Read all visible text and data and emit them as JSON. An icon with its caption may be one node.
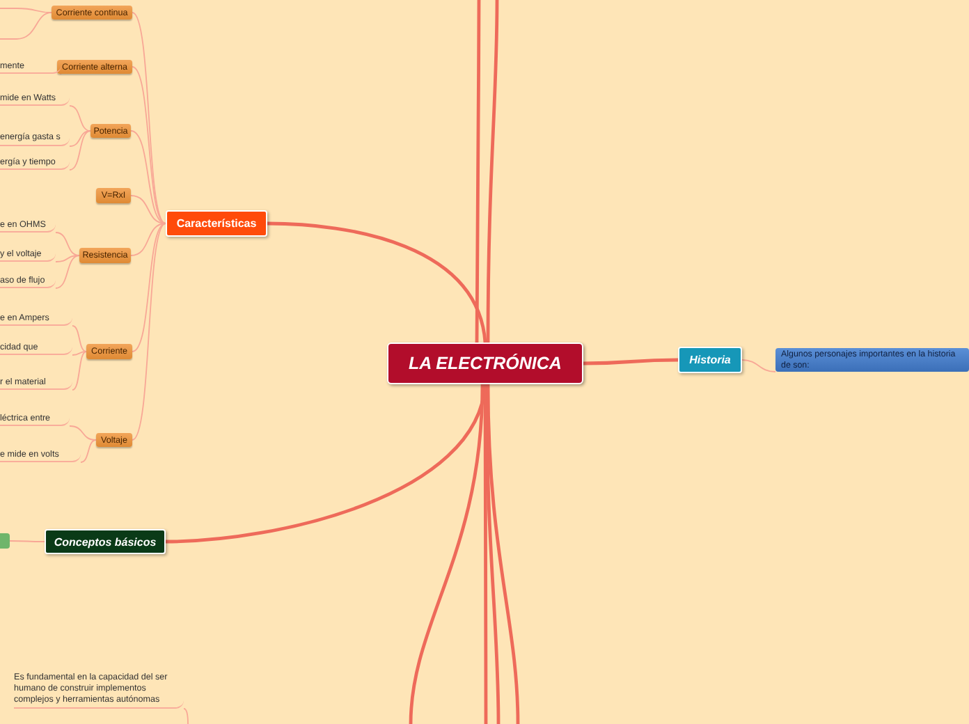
{
  "diagram": {
    "nodes": [
      {
        "text": [
          "LA ELECTRÓNICA"
        ]
      },
      {
        "text": [
          "Características"
        ]
      },
      {
        "text": [
          "Corriente continua"
        ]
      },
      {
        "text": [
          "Corriente alterna"
        ]
      },
      {
        "text": [
          "Potencia"
        ]
      },
      {
        "text": [
          "V=RxI"
        ]
      },
      {
        "text": [
          "Resistencia"
        ]
      },
      {
        "text": [
          "Corriente"
        ]
      },
      {
        "text": [
          "Voltaje"
        ]
      },
      {
        "text": [
          "mente"
        ]
      },
      {
        "text": [
          "mide en Watts"
        ]
      },
      {
        "text": [
          "energía gasta s"
        ]
      },
      {
        "text": [
          "ergía y tiempo"
        ]
      },
      {
        "text": [
          "e en OHMS"
        ]
      },
      {
        "text": [
          "y el voltaje"
        ]
      },
      {
        "text": [
          "aso de flujo"
        ]
      },
      {
        "text": [
          "e en Ampers"
        ]
      },
      {
        "text": [
          "cidad que"
        ]
      },
      {
        "text": [
          "r el material"
        ]
      },
      {
        "text": [
          "léctrica entre"
        ]
      },
      {
        "text": [
          "e mide en volts"
        ]
      },
      {
        "text": [
          "Conceptos básicos"
        ]
      },
      {
        "text": [],
        "shape": "box"
      },
      {
        "text": [
          "Historia"
        ]
      },
      {
        "text": [
          "Algunos personajes importantes en la historia de son:"
        ]
      },
      {
        "text": [
          "Es  fundamental en la capacidad del ser humano de construir implementos complejos y herramientas autónomas"
        ]
      }
    ],
    "edges": [
      {
        "from": 0,
        "to": 1,
        "arrow": "none",
        "style": "thick",
        "color": "#ee6a5a"
      },
      {
        "from": 0,
        "to": 21,
        "arrow": "none",
        "style": "thick",
        "color": "#ee6a5a"
      },
      {
        "from": 0,
        "to": 23,
        "arrow": "none",
        "style": "thick",
        "color": "#ee6a5a"
      },
      {
        "from": 0,
        "to": null,
        "arrow": "none",
        "style": "thick",
        "color": "#ee6a5a"
      },
      {
        "from": 0,
        "to": null,
        "arrow": "none",
        "style": "thick",
        "color": "#ee6a5a"
      },
      {
        "from": 0,
        "to": null,
        "arrow": "none",
        "style": "thick",
        "color": "#ee6a5a"
      },
      {
        "from": 0,
        "to": null,
        "arrow": "none",
        "style": "thick",
        "color": "#ee6a5a"
      },
      {
        "from": 0,
        "to": null,
        "arrow": "none",
        "style": "thick",
        "color": "#ee6a5a"
      },
      {
        "from": 0,
        "to": null,
        "arrow": "none",
        "style": "thick",
        "color": "#ee6a5a"
      },
      {
        "from": 23,
        "to": 24,
        "arrow": "none"
      },
      {
        "from": 1,
        "to": 2,
        "arrow": "none"
      },
      {
        "from": 1,
        "to": 3,
        "arrow": "none"
      },
      {
        "from": 1,
        "to": 4,
        "arrow": "none"
      },
      {
        "from": 1,
        "to": 5,
        "arrow": "none"
      },
      {
        "from": 1,
        "to": 6,
        "arrow": "none"
      },
      {
        "from": 1,
        "to": 7,
        "arrow": "none"
      },
      {
        "from": 1,
        "to": 8,
        "arrow": "none"
      },
      {
        "from": 2,
        "to": null,
        "arrow": "none"
      },
      {
        "from": 2,
        "to": null,
        "arrow": "none"
      },
      {
        "from": 3,
        "to": 9,
        "arrow": "none"
      },
      {
        "from": 4,
        "to": 10,
        "arrow": "none"
      },
      {
        "from": 4,
        "to": 11,
        "arrow": "none"
      },
      {
        "from": 4,
        "to": 12,
        "arrow": "none"
      },
      {
        "from": 6,
        "to": 13,
        "arrow": "none"
      },
      {
        "from": 6,
        "to": 14,
        "arrow": "none"
      },
      {
        "from": 6,
        "to": 15,
        "arrow": "none"
      },
      {
        "from": 7,
        "to": 16,
        "arrow": "none"
      },
      {
        "from": 7,
        "to": 17,
        "arrow": "none"
      },
      {
        "from": 7,
        "to": 18,
        "arrow": "none"
      },
      {
        "from": 8,
        "to": 19,
        "arrow": "none"
      },
      {
        "from": 8,
        "to": 20,
        "arrow": "none"
      },
      {
        "from": 21,
        "to": 22,
        "arrow": "none"
      },
      {
        "from": 25,
        "to": null,
        "arrow": "none"
      }
    ]
  }
}
